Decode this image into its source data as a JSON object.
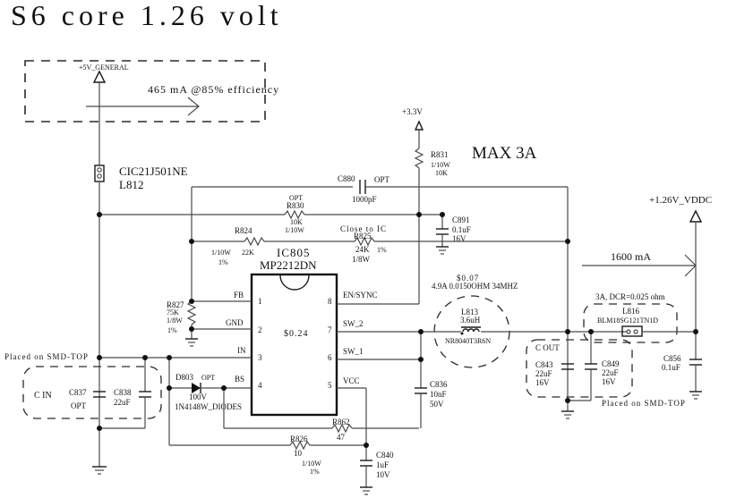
{
  "title": "S6 core 1.26 volt",
  "annotations": {
    "max_current": "MAX 3A",
    "input_current": "465 mA @85% efficiency",
    "output_current": "1600 mA",
    "placed_top_left": "Placed on SMD-TOP",
    "placed_top_right": "Placed on SMD-TOP",
    "close_to_ic": "Close to IC",
    "cin_label": "C IN",
    "cout_label": "C OUT",
    "inductor_price": "$0.07",
    "inductor_spec": "4.9A 0.0150OHM 34MHZ",
    "ferrite_spec": "3A, DCR=0.025 ohm"
  },
  "power_rails": {
    "input": "+5V_GENERAL",
    "pullup": "+3.3V",
    "output": "+1.26V_VDDC"
  },
  "ic": {
    "ref": "IC805",
    "part": "MP2212DN",
    "price": "$0.24",
    "pins": [
      {
        "num": "1",
        "name": "FB"
      },
      {
        "num": "2",
        "name": "GND"
      },
      {
        "num": "3",
        "name": "IN"
      },
      {
        "num": "4",
        "name": "BS"
      },
      {
        "num": "5",
        "name": "VCC"
      },
      {
        "num": "6",
        "name": "SW_1"
      },
      {
        "num": "7",
        "name": "SW_2"
      },
      {
        "num": "8",
        "name": "EN/SYNC"
      }
    ]
  },
  "components": {
    "L812": {
      "ref": "L812",
      "value": "CIC21J501NE"
    },
    "R831": {
      "ref": "R831",
      "power": "1/10W",
      "value": "10K"
    },
    "C880": {
      "ref": "C880",
      "opt": "OPT",
      "value": "1000pF"
    },
    "R830": {
      "ref": "R830",
      "opt": "OPT",
      "value": "10K",
      "power": "1/10W"
    },
    "C891": {
      "ref": "C891",
      "value": "0.1uF",
      "voltage": "16V"
    },
    "R824": {
      "ref": "R824",
      "value": "22K",
      "power": "1/10W",
      "tol": "1%"
    },
    "R825": {
      "ref": "R825",
      "value": "24K",
      "tol": "1%",
      "power": "1/8W"
    },
    "R827": {
      "ref": "R827",
      "value": "75K",
      "power": "1/8W",
      "tol": "1%"
    },
    "L813": {
      "ref": "L813",
      "value": "3.6uH",
      "part": "NR8040T3R6N"
    },
    "L816": {
      "ref": "L816",
      "part": "BLM18SG121TN1D"
    },
    "C836": {
      "ref": "C836",
      "value": "10nF",
      "voltage": "50V"
    },
    "C837": {
      "ref": "C837",
      "opt": "OPT"
    },
    "C838": {
      "ref": "C838",
      "value": "22uF"
    },
    "D803": {
      "ref": "D803",
      "opt": "OPT",
      "voltage": "100V",
      "part": "1N4148W_DIODES"
    },
    "R862": {
      "ref": "R862",
      "value": "47"
    },
    "R826": {
      "ref": "R826",
      "value": "10",
      "power": "1/10W",
      "tol": "1%"
    },
    "C840": {
      "ref": "C840",
      "value": "1uF",
      "voltage": "10V"
    },
    "C843": {
      "ref": "C843",
      "value": "22uF",
      "voltage": "16V"
    },
    "C849": {
      "ref": "C849",
      "value": "22uF",
      "voltage": "16V"
    },
    "C856": {
      "ref": "C856",
      "value": "0.1uF"
    }
  }
}
